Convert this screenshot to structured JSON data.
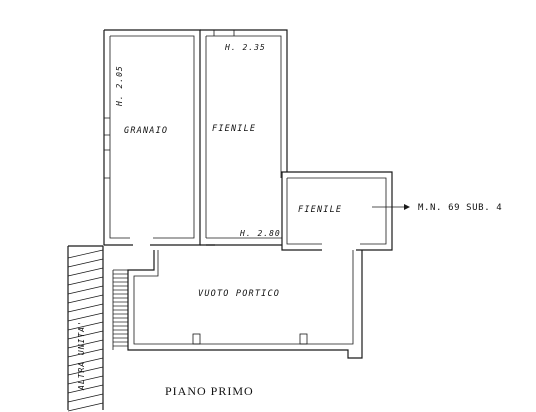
{
  "plan": {
    "title": "PIANO PRIMO",
    "rooms": {
      "granaio": "GRANAIO",
      "fienile_main": "FIENILE",
      "fienile_small": "FIENILE",
      "vuoto_portico": "VUOTO PORTICO",
      "altra_unita": "ALTRA UNITA'"
    },
    "heights": {
      "granaio": "H. 2.05",
      "fienile_top": "H. 2.35",
      "fienile_bottom": "H. 2.80"
    },
    "reference": "M.N. 69 SUB. 4",
    "colors": {
      "ink": "#1a1a1a",
      "paper": "#ffffff"
    }
  }
}
